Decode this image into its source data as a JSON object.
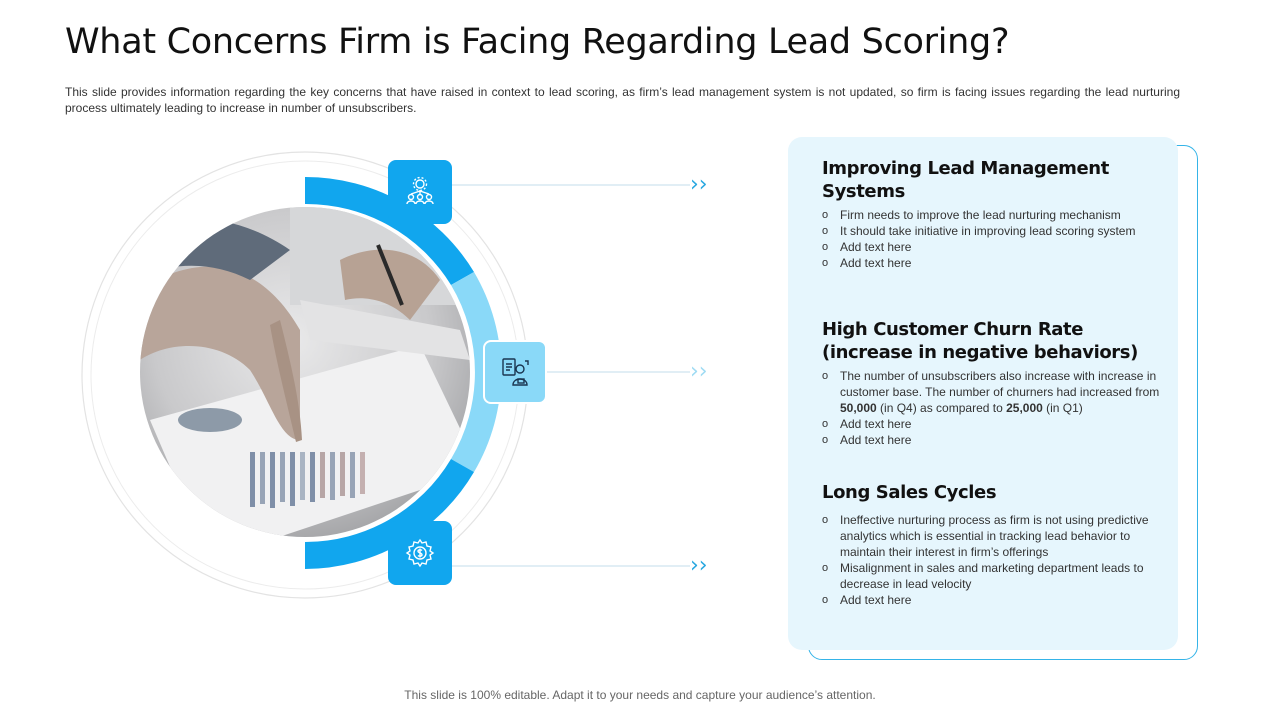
{
  "header": {
    "title": "What Concerns Firm is Facing Regarding Lead Scoring?",
    "description": "This slide provides information regarding the key concerns that have raised in context to lead scoring, as firm’s lead management system is not updated, so firm is facing issues regarding the lead nurturing process ultimately leading to increase in number of unsubscribers."
  },
  "colors": {
    "primary": "#11a6ee",
    "light": "#8ad9f8",
    "panel_bg": "#e6f6fd",
    "outline": "#35b4e8"
  },
  "icons": {
    "top": "management-network-icon",
    "middle": "user-dashboard-icon",
    "bottom": "settings-dollar-gear-icon"
  },
  "arrow_glyph": "››",
  "sections": [
    {
      "title": "Improving Lead Management Systems",
      "bullets": [
        "Firm needs to improve  the lead nurturing mechanism",
        "It should take initiative in improving  lead scoring system",
        "Add text here",
        "Add text here"
      ]
    },
    {
      "title": "High Customer Churn Rate (increase in negative behaviors)",
      "bullets": [
        "The number of unsubscribers also increase with increase in customer base. The number of churners had increased from 50,000 (in Q4) as compared to 25,000 (in Q1)",
        "Add text here",
        "Add text here"
      ]
    },
    {
      "title": "Long Sales Cycles",
      "bullets": [
        "Ineffective  nurturing process as firm is not using predictive analytics which is essential in tracking lead behavior  to maintain their interest in firm’s offerings",
        "Misalignment in sales and marketing department leads to decrease in lead velocity",
        "Add text here"
      ]
    }
  ],
  "footer": "This slide is 100% editable. Adapt it to your needs and capture your audience’s attention."
}
